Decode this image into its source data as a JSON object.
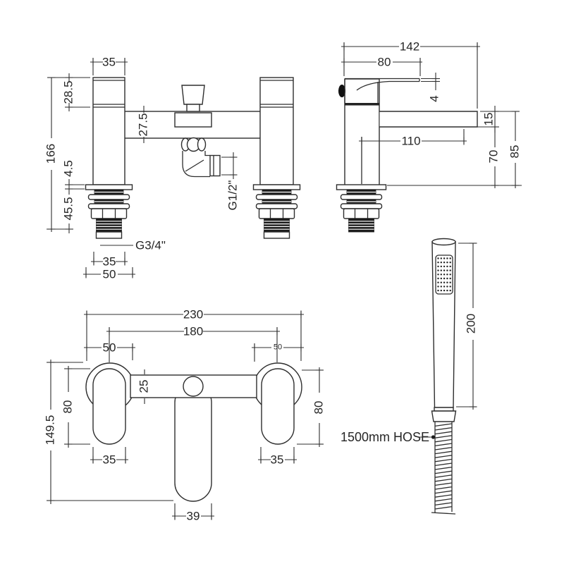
{
  "drawing": {
    "front_view": {
      "dims": {
        "cap_width": "35",
        "cap_height": "28.5",
        "body_depth": "27.5",
        "total_height": "166",
        "deck_thickness": "4.5",
        "tail_length": "45.5",
        "tail_width": "35",
        "flange_width": "50",
        "inlet_thread": "G3/4\"",
        "shower_thread": "G1/2\""
      }
    },
    "side_view": {
      "dims": {
        "total_depth": "142",
        "handle_reach": "80",
        "lever_thickness": "4",
        "spout_length": "110",
        "spout_height": "15",
        "underside_height": "70",
        "overall_height": "85"
      }
    },
    "plan_view": {
      "dims": {
        "overall_width": "230",
        "centres": "180",
        "left_body": "50",
        "right_body": "50",
        "bar_depth": "25",
        "left_handle_length": "80",
        "right_handle_length": "80",
        "overall_depth": "149.5",
        "left_handle_width": "35",
        "right_handle_width": "35",
        "spout_width": "39"
      }
    },
    "handset_view": {
      "dims": {
        "handset_length": "200"
      },
      "hose_label": "1500mm HOSE"
    }
  }
}
